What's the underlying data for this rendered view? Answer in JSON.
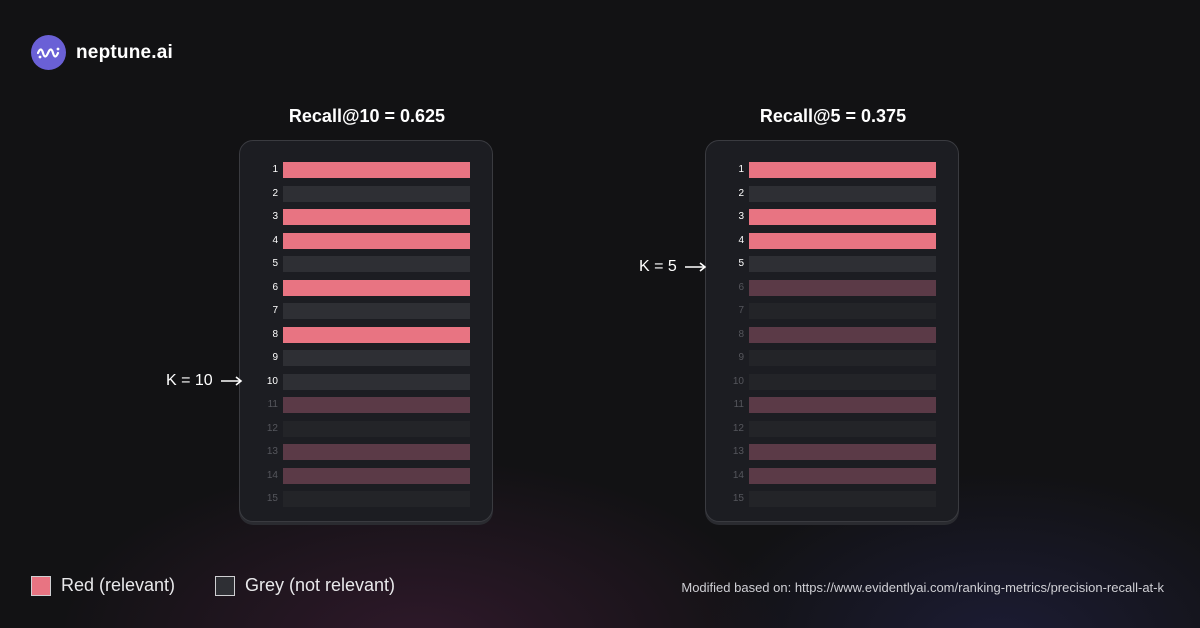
{
  "brand": {
    "name": "neptune.ai",
    "logo_icon": "neptune-wave-icon",
    "color": "#6a60d6"
  },
  "colors": {
    "relevant_in_k": "#e87482",
    "not_relevant_in_k": "#2e2f34",
    "relevant_out_k": "#5b3a47",
    "not_relevant_out_k": "#232428",
    "num_in_k": "#ffffff",
    "num_out_k": "#55565c"
  },
  "panels": [
    {
      "title": "Recall@10 = 0.625",
      "k": 10,
      "k_label": "K = 10",
      "rows": [
        {
          "n": "1",
          "relevant": true
        },
        {
          "n": "2",
          "relevant": false
        },
        {
          "n": "3",
          "relevant": true
        },
        {
          "n": "4",
          "relevant": true
        },
        {
          "n": "5",
          "relevant": false
        },
        {
          "n": "6",
          "relevant": true
        },
        {
          "n": "7",
          "relevant": false
        },
        {
          "n": "8",
          "relevant": true
        },
        {
          "n": "9",
          "relevant": false
        },
        {
          "n": "10",
          "relevant": false
        },
        {
          "n": "11",
          "relevant": true
        },
        {
          "n": "12",
          "relevant": false
        },
        {
          "n": "13",
          "relevant": true
        },
        {
          "n": "14",
          "relevant": true
        },
        {
          "n": "15",
          "relevant": false
        }
      ]
    },
    {
      "title": "Recall@5 = 0.375",
      "k": 5,
      "k_label": "K = 5",
      "rows": [
        {
          "n": "1",
          "relevant": true
        },
        {
          "n": "2",
          "relevant": false
        },
        {
          "n": "3",
          "relevant": true
        },
        {
          "n": "4",
          "relevant": true
        },
        {
          "n": "5",
          "relevant": false
        },
        {
          "n": "6",
          "relevant": true
        },
        {
          "n": "7",
          "relevant": false
        },
        {
          "n": "8",
          "relevant": true
        },
        {
          "n": "9",
          "relevant": false
        },
        {
          "n": "10",
          "relevant": false
        },
        {
          "n": "11",
          "relevant": true
        },
        {
          "n": "12",
          "relevant": false
        },
        {
          "n": "13",
          "relevant": true
        },
        {
          "n": "14",
          "relevant": true
        },
        {
          "n": "15",
          "relevant": false
        }
      ]
    }
  ],
  "legend": {
    "relevant_label": "Red (relevant)",
    "not_relevant_label": "Grey (not relevant)"
  },
  "source_note": "Modified based on: https://www.evidentlyai.com/ranking-metrics/precision-recall-at-k"
}
